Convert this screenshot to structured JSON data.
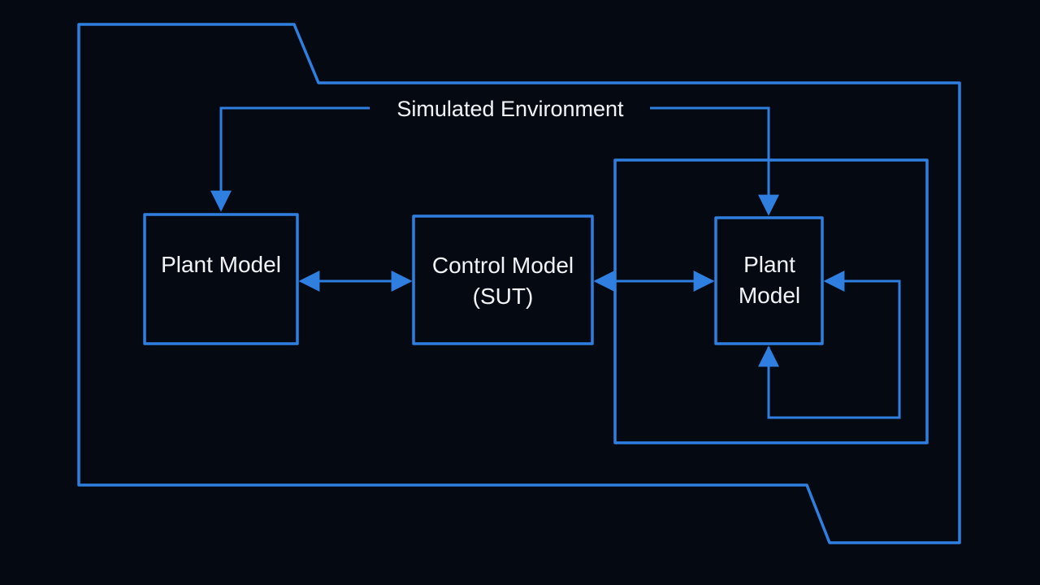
{
  "diagram": {
    "environment_label": "Simulated Environment",
    "plant_model_left": "Plant Model",
    "control_model_line1": "Control Model",
    "control_model_line2": "(SUT)",
    "plant_model_right_line1": "Plant",
    "plant_model_right_line2": "Model"
  },
  "colors": {
    "background": "#050a12",
    "line": "#2f7fe0",
    "text": "#f2f4f8"
  }
}
